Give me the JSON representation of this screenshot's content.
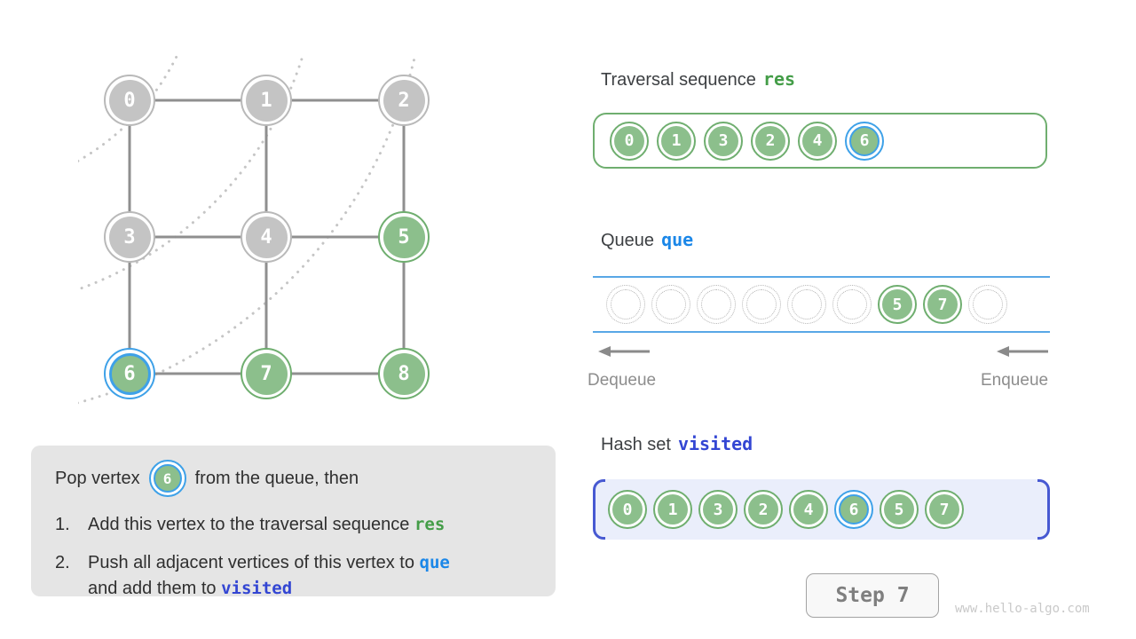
{
  "graph": {
    "nodes": [
      {
        "id": "0",
        "row": 0,
        "col": 0,
        "state": "gray"
      },
      {
        "id": "1",
        "row": 0,
        "col": 1,
        "state": "gray"
      },
      {
        "id": "2",
        "row": 0,
        "col": 2,
        "state": "gray"
      },
      {
        "id": "3",
        "row": 1,
        "col": 0,
        "state": "gray"
      },
      {
        "id": "4",
        "row": 1,
        "col": 1,
        "state": "gray"
      },
      {
        "id": "5",
        "row": 1,
        "col": 2,
        "state": "green"
      },
      {
        "id": "6",
        "row": 2,
        "col": 0,
        "state": "current"
      },
      {
        "id": "7",
        "row": 2,
        "col": 1,
        "state": "green"
      },
      {
        "id": "8",
        "row": 2,
        "col": 2,
        "state": "green"
      }
    ],
    "edges": [
      "0-1",
      "1-2",
      "3-4",
      "4-5",
      "6-7",
      "7-8",
      "0-3",
      "3-6",
      "1-4",
      "4-7",
      "2-5",
      "5-8"
    ],
    "level_arcs": 3
  },
  "traversal": {
    "title": "Traversal sequence",
    "code": "res",
    "items": [
      {
        "value": "0",
        "highlight": false
      },
      {
        "value": "1",
        "highlight": false
      },
      {
        "value": "3",
        "highlight": false
      },
      {
        "value": "2",
        "highlight": false
      },
      {
        "value": "4",
        "highlight": false
      },
      {
        "value": "6",
        "highlight": true
      }
    ]
  },
  "queue": {
    "title": "Queue",
    "code": "que",
    "slots": [
      {
        "value": "",
        "filled": false
      },
      {
        "value": "",
        "filled": false
      },
      {
        "value": "",
        "filled": false
      },
      {
        "value": "",
        "filled": false
      },
      {
        "value": "",
        "filled": false
      },
      {
        "value": "",
        "filled": false
      },
      {
        "value": "5",
        "filled": true
      },
      {
        "value": "7",
        "filled": true
      },
      {
        "value": "",
        "filled": false
      }
    ],
    "dequeue_label": "Dequeue",
    "enqueue_label": "Enqueue"
  },
  "hashset": {
    "title": "Hash set",
    "code": "visited",
    "items": [
      {
        "value": "0",
        "highlight": false
      },
      {
        "value": "1",
        "highlight": false
      },
      {
        "value": "3",
        "highlight": false
      },
      {
        "value": "2",
        "highlight": false
      },
      {
        "value": "4",
        "highlight": false
      },
      {
        "value": "6",
        "highlight": true
      },
      {
        "value": "5",
        "highlight": false
      },
      {
        "value": "7",
        "highlight": false
      }
    ]
  },
  "explanation": {
    "pop_prefix": "Pop vertex",
    "pop_vertex": "6",
    "pop_suffix": "from the queue, then",
    "step1_num": "1.",
    "step1_text": "Add this vertex to the traversal sequence ",
    "step1_code": "res",
    "step2_num": "2.",
    "step2_line1_text": "Push all adjacent vertices of this vertex to ",
    "step2_code1": "que",
    "step2_line2_text": "and add them to ",
    "step2_code2": "visited"
  },
  "step_button": {
    "label": "Step 7"
  },
  "watermark": "www.hello-algo.com",
  "colors": {
    "node_green": "#8cbf8c",
    "node_green_border": "#6fae6f",
    "node_gray": "#c4c4c4",
    "node_gray_border": "#b9b9b9",
    "highlight_blue": "#3ea1e8",
    "queue_line_blue": "#58a7e6",
    "code_green": "#449d48",
    "code_blue": "#1b87e8",
    "code_indigo": "#3346d3",
    "bracket_indigo": "#4759d2",
    "hashset_bg": "#eaeefb",
    "explanation_bg": "#e5e5e5"
  }
}
